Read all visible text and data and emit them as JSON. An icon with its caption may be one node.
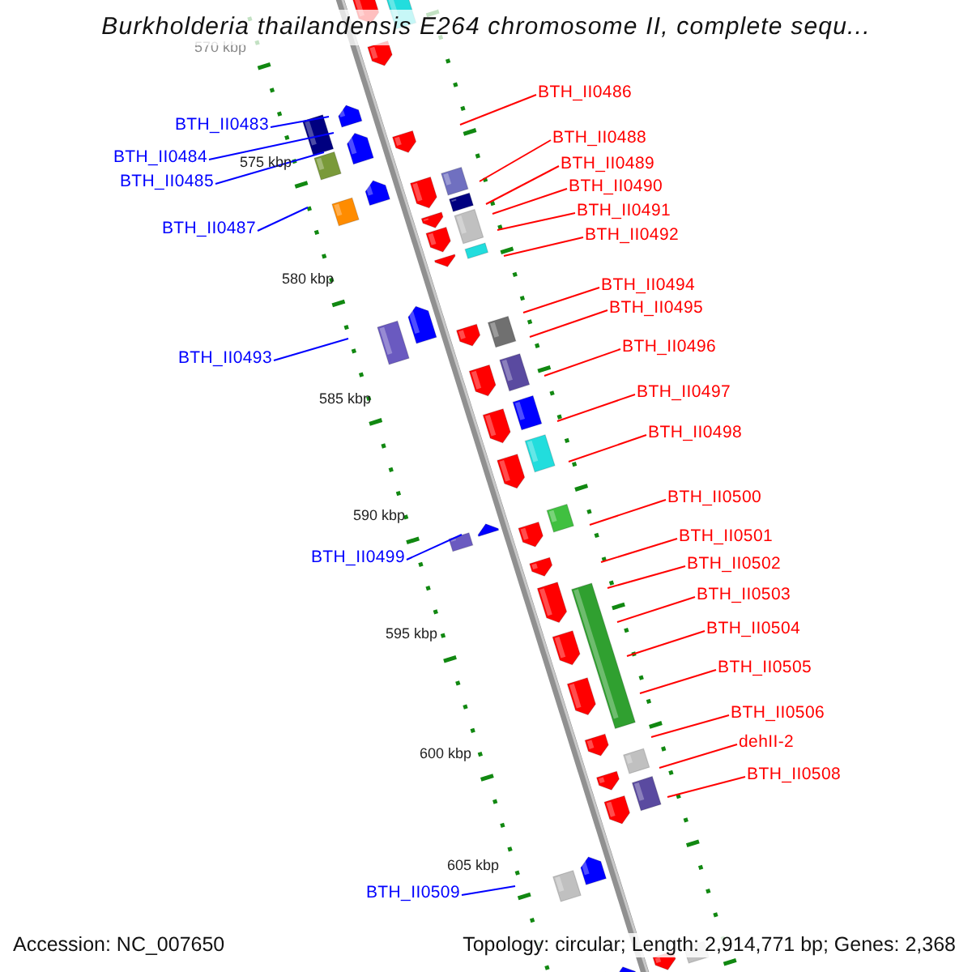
{
  "diagram": {
    "title": "Burkholderia thailandensis E264 chromosome II, complete sequ...",
    "nodes": [
      {
        "text": [
          "BTH_II0486"
        ]
      },
      {
        "text": [
          "BTH_II0483"
        ]
      },
      {
        "text": [
          "BTH_II0488"
        ]
      },
      {
        "text": [
          "BTH_II0484"
        ]
      },
      {
        "text": [
          "BTH_II0489"
        ]
      },
      {
        "text": [
          "BTH_II0485"
        ]
      },
      {
        "text": [
          "BTH_II0490"
        ]
      },
      {
        "text": [
          "BTH_II0491"
        ]
      },
      {
        "text": [
          "BTH_II0487"
        ]
      },
      {
        "text": [
          "BTH_II0492"
        ]
      },
      {
        "text": [
          "BTH_II0494"
        ]
      },
      {
        "text": [
          "BTH_II0495"
        ]
      },
      {
        "text": [
          "BTH_II0496"
        ]
      },
      {
        "text": [
          "BTH_II0493"
        ]
      },
      {
        "text": [
          "BTH_II0497"
        ]
      },
      {
        "text": [
          "BTH_II0498"
        ]
      },
      {
        "text": [
          "BTH_II0500"
        ]
      },
      {
        "text": [
          "BTH_II0501"
        ]
      },
      {
        "text": [
          "BTH_II0499"
        ]
      },
      {
        "text": [
          "BTH_II0502"
        ]
      },
      {
        "text": [
          "BTH_II0503"
        ]
      },
      {
        "text": [
          "BTH_II0504"
        ]
      },
      {
        "text": [
          "BTH_II0505"
        ]
      },
      {
        "text": [
          "BTH_II0506"
        ]
      },
      {
        "text": [
          "dehII-2"
        ]
      },
      {
        "text": [
          "BTH_II0508"
        ]
      },
      {
        "text": [
          "BTH_II0509"
        ]
      }
    ],
    "edges": [
      {
        "from": 0,
        "to": null,
        "arrow": "none"
      },
      {
        "from": 1,
        "to": null,
        "arrow": "none",
        "color": "#0000ff"
      },
      {
        "from": 2,
        "to": null,
        "arrow": "none"
      },
      {
        "from": 3,
        "to": null,
        "arrow": "none",
        "color": "#0000ff"
      },
      {
        "from": 4,
        "to": null,
        "arrow": "none"
      },
      {
        "from": 5,
        "to": null,
        "arrow": "none",
        "color": "#0000ff"
      },
      {
        "from": 6,
        "to": null,
        "arrow": "none"
      },
      {
        "from": 7,
        "to": null,
        "arrow": "none"
      },
      {
        "from": 8,
        "to": null,
        "arrow": "none",
        "color": "#0000ff"
      },
      {
        "from": 9,
        "to": null,
        "arrow": "none"
      },
      {
        "from": 10,
        "to": null,
        "arrow": "none"
      },
      {
        "from": 11,
        "to": null,
        "arrow": "none"
      },
      {
        "from": 12,
        "to": null,
        "arrow": "none"
      },
      {
        "from": 13,
        "to": null,
        "arrow": "none",
        "color": "#0000ff"
      },
      {
        "from": 14,
        "to": null,
        "arrow": "none"
      },
      {
        "from": 15,
        "to": null,
        "arrow": "none"
      },
      {
        "from": 16,
        "to": null,
        "arrow": "none"
      },
      {
        "from": 17,
        "to": null,
        "arrow": "none"
      },
      {
        "from": 18,
        "to": null,
        "arrow": "none",
        "color": "#0000ff"
      },
      {
        "from": 19,
        "to": null,
        "arrow": "none"
      },
      {
        "from": 20,
        "to": null,
        "arrow": "none"
      },
      {
        "from": 21,
        "to": null,
        "arrow": "none"
      },
      {
        "from": 22,
        "to": null,
        "arrow": "none"
      },
      {
        "from": 23,
        "to": null,
        "arrow": "none"
      },
      {
        "from": 24,
        "to": null,
        "arrow": "none"
      },
      {
        "from": 25,
        "to": null,
        "arrow": "none"
      },
      {
        "from": 26,
        "to": null,
        "arrow": "none",
        "color": "#0000ff"
      }
    ],
    "labels": [
      "570 kbp",
      "575 kbp",
      "580 kbp",
      "585 kbp",
      "590 kbp",
      "595 kbp",
      "600 kbp",
      "605 kbp",
      "Accession: NC_007650",
      "Topology: circular; Length: 2,914,771 bp; Genes: 2,368"
    ]
  }
}
